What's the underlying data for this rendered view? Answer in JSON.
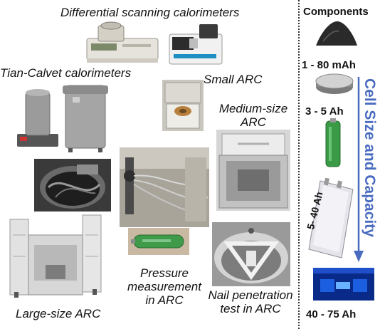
{
  "labels": {
    "dsc": "Differential scanning calorimeters",
    "tian_calvet": "Tian-Calvet calorimeters",
    "small_arc": "Small ARC",
    "medium_arc_line1": "Medium-size",
    "medium_arc_line2": "ARC",
    "pressure_line1": "Pressure",
    "pressure_line2": "measurement",
    "pressure_line3": "in ARC",
    "nail_line1": "Nail penetration",
    "nail_line2": "test in ARC",
    "large_arc": "Large-size ARC"
  },
  "sidebar": {
    "components": "Components",
    "range_1": "1 - 80 mAh",
    "range_2": "3 - 5 Ah",
    "range_3": "5- 40 Ah",
    "range_4": "40 - 75 Ah",
    "arrow_label": "Cell Size and Capacity",
    "arrow_color": "#4a6cc0"
  }
}
